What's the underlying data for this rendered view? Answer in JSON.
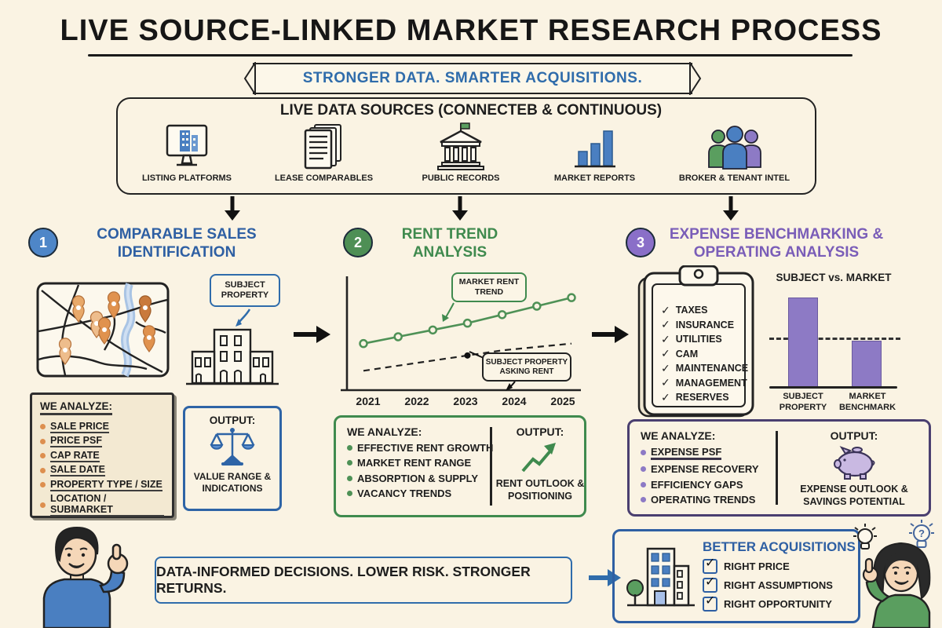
{
  "title": "LIVE SOURCE-LINKED MARKET RESEARCH PROCESS",
  "banner": "STRONGER DATA. SMARTER ACQUISITIONS.",
  "data_sources": {
    "title": "LIVE DATA SOURCES (CONNECTEB & CONTINUOUS)",
    "items": [
      {
        "label": "LISTING PLATFORMS",
        "icon": "monitor-building-icon"
      },
      {
        "label": "LEASE COMPARABLES",
        "icon": "documents-stack-icon"
      },
      {
        "label": "PUBLIC RECORDS",
        "icon": "bank-building-icon"
      },
      {
        "label": "MARKET REPORTS",
        "icon": "bar-chart-icon"
      },
      {
        "label": "BROKER & TENANT INTEL",
        "icon": "people-group-icon"
      }
    ]
  },
  "steps": [
    {
      "number": "1",
      "title": "COMPARABLE SALES IDENTIFICATION",
      "accent": "#2e5fa3",
      "subject_property_label": "SUBJECT PROPERTY",
      "analyze": {
        "title": "WE ANALYZE:",
        "items": [
          "SALE PRICE",
          "PRICE PSF",
          "CAP RATE",
          "SALE DATE",
          "PROPERTY TYPE / SIZE",
          "LOCATION / SUBMARKET"
        ]
      },
      "output": {
        "title": "OUTPUT:",
        "text": "VALUE RANGE & INDICATIONS",
        "icon": "balance-scales-icon"
      }
    },
    {
      "number": "2",
      "title": "RENT TREND ANALYSIS",
      "accent": "#3f8a4e",
      "chart": {
        "market_trend_label": "MARKET RENT TREND",
        "subject_label": "SUBJECT PROPERTY ASKING RENT",
        "years": [
          "2021",
          "2022",
          "2023",
          "2024",
          "2025"
        ]
      },
      "analyze": {
        "title": "WE ANALYZE:",
        "items": [
          "EFFECTIVE RENT GROWTH",
          "MARKET RENT RANGE",
          "ABSORPTION & SUPPLY",
          "VACANCY TRENDS"
        ]
      },
      "output": {
        "title": "OUTPUT:",
        "text": "RENT OUTLOOK & POSITIONING",
        "icon": "growth-arrow-icon"
      }
    },
    {
      "number": "3",
      "title": "EXPENSE BENCHMARKING & OPERATING ANALYSIS",
      "accent": "#7a5db8",
      "checklist": [
        "TAXES",
        "INSURANCE",
        "UTILITIES",
        "CAM",
        "MAINTENANCE",
        "MANAGEMENT",
        "RESERVES"
      ],
      "comparison": {
        "title": "SUBJECT vs. MARKET",
        "bar_labels": [
          "SUBJECT PROPERTY",
          "MARKET BENCHMARK"
        ]
      },
      "analyze": {
        "title": "WE ANALYZE:",
        "items": [
          "EXPENSE PSF",
          "EXPENSE RECOVERY",
          "EFFICIENCY GAPS",
          "OPERATING TRENDS"
        ]
      },
      "output": {
        "title": "OUTPUT:",
        "text": "EXPENSE OUTLOOK & SAVINGS POTENTIAL",
        "icon": "piggy-bank-icon"
      }
    }
  ],
  "footer": {
    "message": "DATA-INFORMED DECISIONS. LOWER RISK. STRONGER RETURNS.",
    "better_acquisitions": {
      "title": "BETTER ACQUISITIONS",
      "items": [
        "RIGHT PRICE",
        "RIGHT ASSUMPTIONS",
        "RIGHT OPPORTUNITY"
      ]
    },
    "bulb_question_mark": "?"
  },
  "colors": {
    "background": "#faf3e3",
    "ink": "#1d1d1d",
    "blue": "#2f6cab",
    "green": "#3f8a4e",
    "purple": "#7a5db8",
    "bar_purple": "#8d7ac5",
    "pin_orange": "#e0924e"
  },
  "chart_data": [
    {
      "type": "line",
      "location": "step-2-rent-trend",
      "title": "RENT TREND ANALYSIS",
      "xticks": [
        "2021",
        "2022",
        "2023",
        "2024",
        "2025"
      ],
      "y_axis": "unlabeled (relative rent level)",
      "ylim": [
        2,
        5
      ],
      "series": [
        {
          "name": "MARKET RENT TREND",
          "style": "solid green with circle markers",
          "values": [
            3.3,
            3.5,
            3.7,
            3.9,
            4.15,
            4.4,
            4.65
          ]
        },
        {
          "name": "SUBJECT PROPERTY ASKING RENT",
          "style": "dashed black",
          "values": [
            2.5,
            2.65,
            2.8,
            2.95,
            3.1,
            3.2,
            3.3
          ]
        }
      ],
      "annotation_dot_index": 3
    },
    {
      "type": "bar",
      "location": "step-3-subject-vs-market",
      "title": "SUBJECT vs. MARKET",
      "categories": [
        "SUBJECT PROPERTY",
        "MARKET BENCHMARK"
      ],
      "values": [
        100,
        52
      ],
      "benchmark_dashed_line": 53,
      "y_axis": "unlabeled (relative expense level)",
      "bar_color": "#8d7ac5"
    }
  ]
}
